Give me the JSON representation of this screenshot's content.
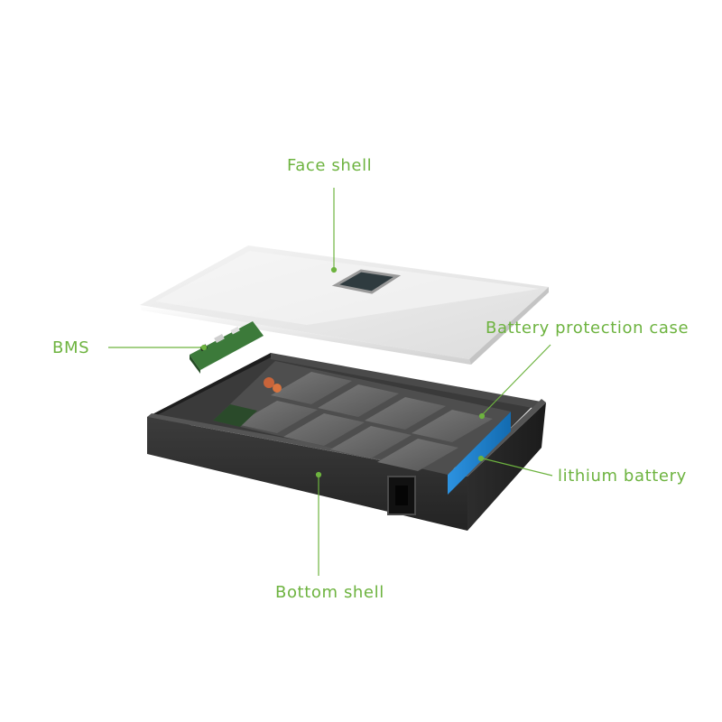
{
  "labels": {
    "face_shell": "Face shell",
    "bms": "BMS",
    "battery_protection_case": "Battery protection case",
    "lithium_battery": "lithium battery",
    "bottom_shell": "Bottom shell"
  },
  "colors": {
    "label_text": "#6db33f",
    "leader_line": "#6db33f",
    "face_shell": "#eeeeee",
    "case_dark": "#2e2e2e",
    "cell_gray": "#6a6a6a",
    "battery_blue": "#1f86d6",
    "bms_board": "#3a7a3a"
  }
}
